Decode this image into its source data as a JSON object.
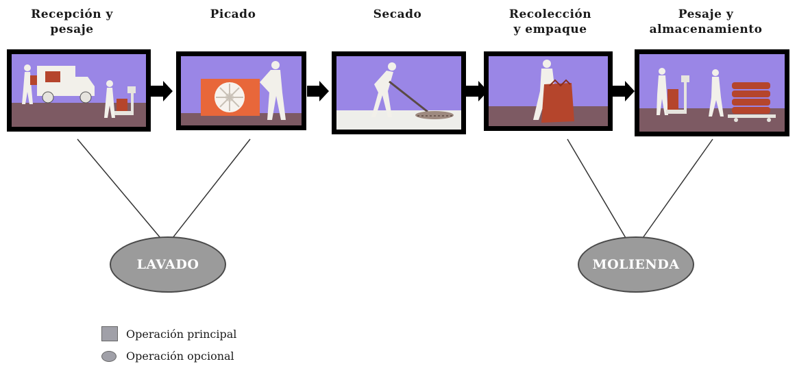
{
  "steps": [
    {
      "title": "Recepción y\npesaje"
    },
    {
      "title": "Picado"
    },
    {
      "title": "Secado"
    },
    {
      "title": "Recolección\ny empaque"
    },
    {
      "title": "Pesaje y\nalmacenamiento"
    }
  ],
  "optional_ops": [
    {
      "label": "LAVADO"
    },
    {
      "label": "MOLIENDA"
    }
  ],
  "legend": {
    "principal": "Operación principal",
    "opcional": "Operación opcional"
  },
  "colors": {
    "sky": "#9a86e6",
    "ground": "#7d5a63",
    "figure": "#f2f0ea",
    "machine": "#e8673a",
    "sack": "#b5452c",
    "oval_fill": "#9b9b9b",
    "legend_fill": "#a0a0a8"
  }
}
